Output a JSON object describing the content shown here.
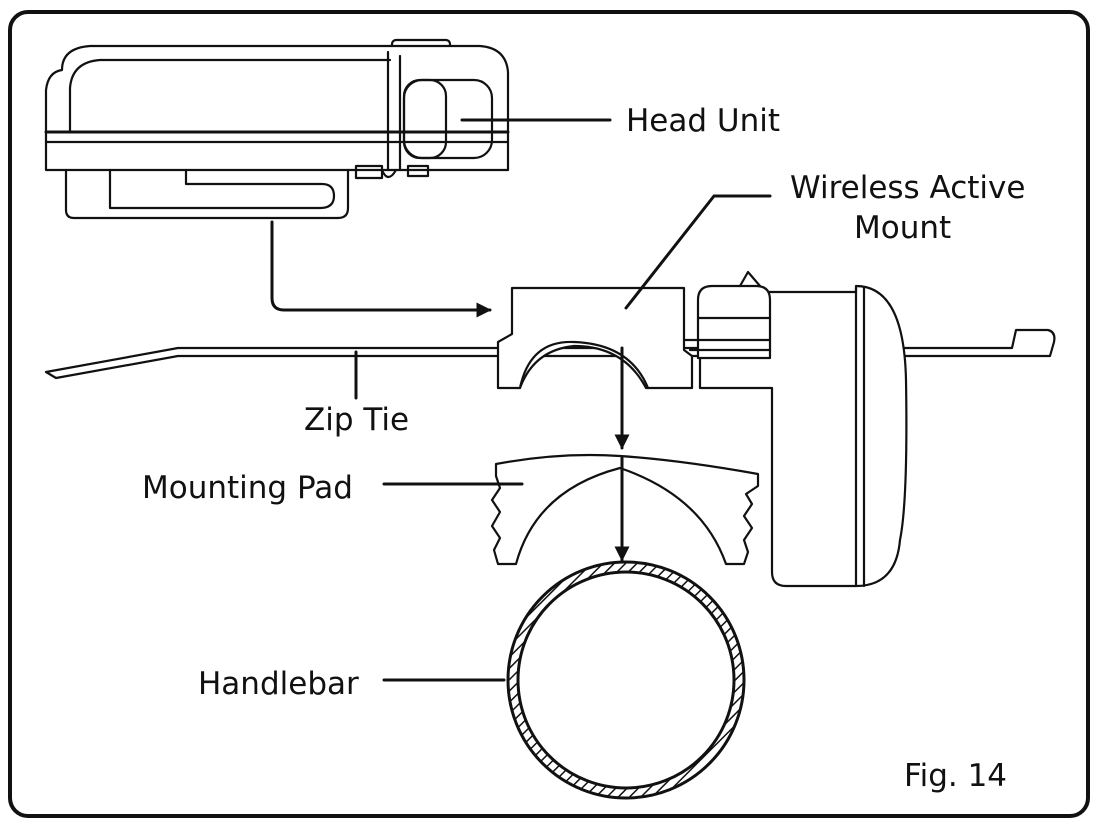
{
  "figure": {
    "label": "Fig. 14",
    "stroke_color": "#111111",
    "background_color": "#ffffff"
  },
  "labels": {
    "head_unit": "Head Unit",
    "wireless_active_mount_line1": "Wireless Active",
    "wireless_active_mount_line2": "Mount",
    "zip_tie": "Zip Tie",
    "mounting_pad": "Mounting Pad",
    "handlebar": "Handlebar"
  }
}
